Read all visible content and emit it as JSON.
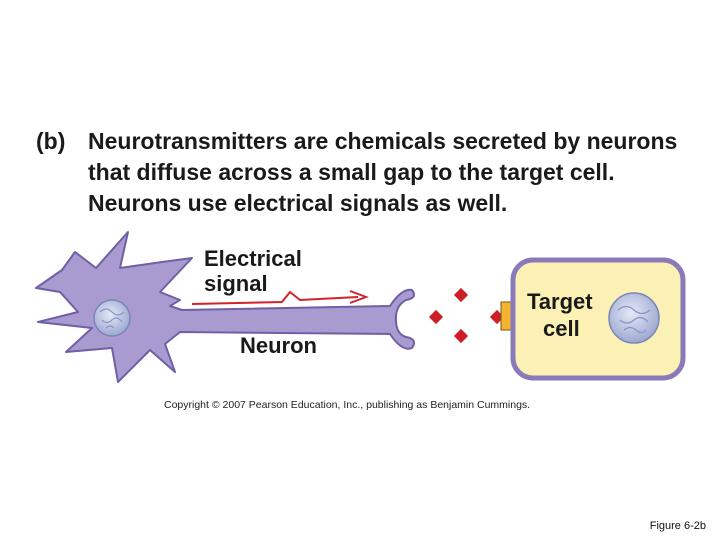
{
  "caption": {
    "part_label": "(b)",
    "term": "Neurotransmitters",
    "rest": " are chemicals secreted by neurons that diffuse across a small gap to the target cell. Neurons use electrical signals as well."
  },
  "diagram": {
    "electrical_signal_label": [
      "Electrical",
      "signal"
    ],
    "neuron_label": "Neuron",
    "target_cell_label": [
      "Target",
      "cell"
    ],
    "colors": {
      "neuron_fill": "#a99bd0",
      "neuron_stroke": "#6f5fa6",
      "nucleus_fill": "#b9c2e0",
      "target_fill": "#fbf1b4",
      "target_border": "#8a7aba",
      "receptor": "#f2b431",
      "arrow": "#d2232a",
      "neurotransmitter": "#cc1f26"
    }
  },
  "copyright": "Copyright © 2007 Pearson Education, Inc., publishing as Benjamin Cummings.",
  "figure_label": "Figure 6-2b"
}
